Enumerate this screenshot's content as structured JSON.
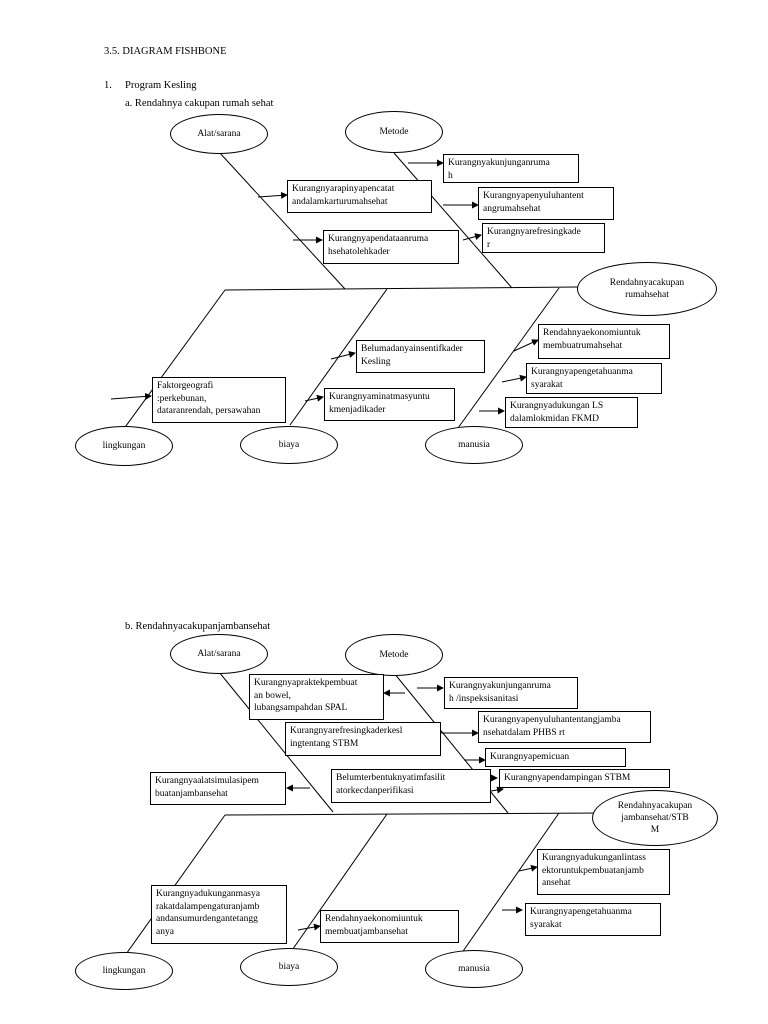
{
  "heading": "3.5. DIAGRAM FISHBONE",
  "section": {
    "num": "1.",
    "label": "Program Kesling"
  },
  "diagram_a": {
    "label": "a.   Rendahnya cakupan rumah sehat",
    "head": "Rendahnyacakupan\nrumahsehat",
    "cat_alat": "Alat/sarana",
    "cat_metode": "Metode",
    "cat_lingkungan": "lingkungan",
    "cat_biaya": "biaya",
    "cat_manusia": "manusia",
    "causes": {
      "alat_1": "Kurangnyarapinyapencatat\nandalamkarturumahsehat",
      "alat_2": "Kurangnyapendataanruma\nhsehatolehkader",
      "metode_1": "Kurangnyakunjunganruma\nh",
      "metode_2": "Kurangnyapenyuluhantent\nangrumahsehat",
      "metode_3": "Kurangnyarefresingkade\nr",
      "lingkungan_1": "Faktorgeografi\n:perkebunan,\ndataranrendah, persawahan",
      "biaya_1": "Belumadanyainsentifkader\nKesling",
      "biaya_2": "Kurangnyaminatmasyuntu\nkmenjadikader",
      "manusia_1": "Rendahnyaekonomiuntuk\nmembuatrumahsehat",
      "manusia_2": "Kurangnyapengetahuanma\nsyarakat",
      "manusia_3": "Kurangnyadukungan LS\ndalamlokmidan FKMD"
    }
  },
  "diagram_b": {
    "label": "b.   Rendahnyacakupanjambansehat",
    "head": "Rendahnyacakupan\njambansehat/STB\nM",
    "cat_alat": "Alat/sarana",
    "cat_metode": "Metode",
    "cat_lingkungan": "lingkungan",
    "cat_biaya": "biaya",
    "cat_manusia": "manusia",
    "causes": {
      "alat_1": "Kurangnyapraktekpembuat\nan bowel,\nlubangsampahdan SPAL",
      "alat_2": "Kurangnyarefresingkaderkesl\ningtentang STBM",
      "alat_3": "Kurangnyaalatsimulasipem\nbuatanjambansehat",
      "alat_4": "Belumterbentuknyatimfasilit\natorkecdanperifikasi",
      "metode_1": "Kurangnyakunjunganruma\nh /inspeksisanitasi",
      "metode_2": "Kurangnyapenyuluhantentangjamba\nnsehatdalam PHBS rt",
      "metode_3": "Kurangnyapemicuan",
      "metode_4": "Kurangnyapendampingan STBM",
      "lingkungan_1": "Kurangnyadukunganmasya\nrakatdalampengaturanjamb\nandansumurdengantetangg\nanya",
      "biaya_1": "Rendahnyaekonomiuntuk\nmembuatjambansehat",
      "manusia_1": "Kurangnyadukunganlintass\nektoruntukpembuatanjamb\nansehat",
      "manusia_2": "Kurangnyapengetahuanma\nsyarakat"
    }
  }
}
